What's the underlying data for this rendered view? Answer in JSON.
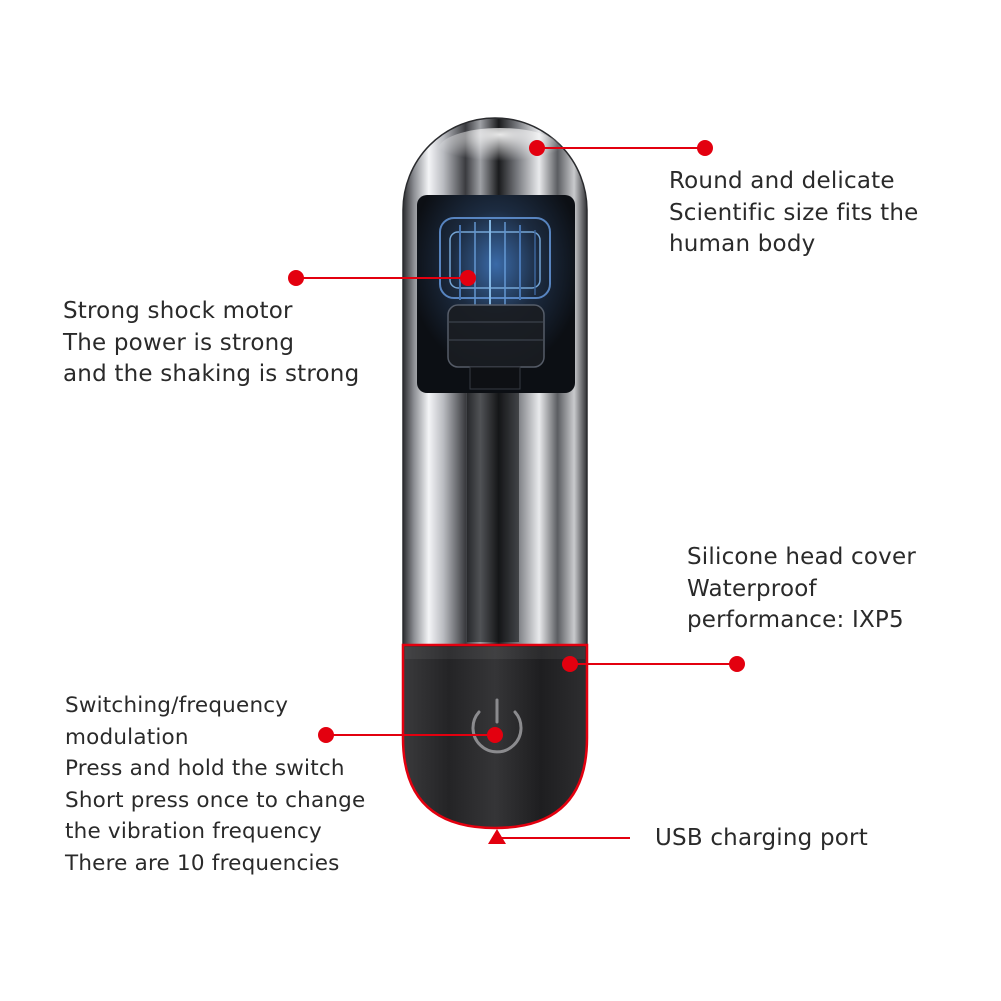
{
  "colors": {
    "callout": "#e3000f",
    "text": "#2a2a2a",
    "metal_dark": "#1b1c1e",
    "metal_light": "#f2f3f5",
    "cap": "#2c2c2e",
    "cap_outline": "#e3000f"
  },
  "callouts": {
    "top_right": {
      "lines": [
        "Round and delicate",
        "Scientific size fits the",
        "human body"
      ]
    },
    "motor": {
      "lines": [
        "Strong shock motor",
        "The power is strong",
        "and the shaking is strong"
      ]
    },
    "silicone": {
      "lines": [
        "Silicone head cover",
        "Waterproof",
        "performance: IXP5"
      ]
    },
    "switch": {
      "lines": [
        "Switching/frequency",
        "modulation",
        "Press and hold the switch",
        "Short press once to change",
        "the vibration frequency",
        "There are 10 frequencies"
      ]
    },
    "usb": {
      "lines": [
        "USB charging port"
      ]
    }
  },
  "icons": {
    "power": "power-icon",
    "usb_marker": "triangle-up-icon",
    "callout_dot": "red-dot"
  }
}
